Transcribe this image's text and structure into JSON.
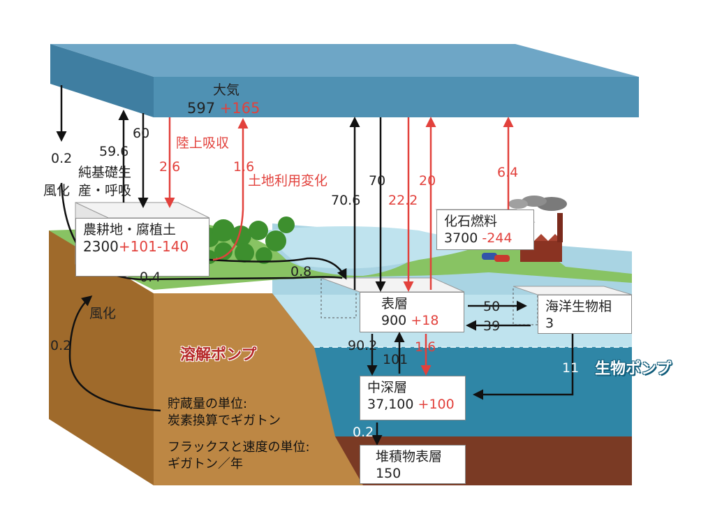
{
  "atmosphere": {
    "name": "大気",
    "value": "597",
    "change": "+165"
  },
  "land_box": {
    "name": "農耕地・腐植土",
    "value": "2300",
    "change_up": "+101",
    "change_down": "-140"
  },
  "surface_box": {
    "name": "表層",
    "value": "900",
    "change": "+18"
  },
  "marine_box": {
    "name": "海洋生物相",
    "value": "3"
  },
  "mid_box": {
    "name": "中深層",
    "value": "37,100",
    "change": "+100"
  },
  "sediment_box": {
    "name": "堆積物表層",
    "value": "150"
  },
  "fossil_box": {
    "name": "化石燃料",
    "value": "3700",
    "change": "-244"
  },
  "flows": {
    "weathering_atm": "0.2",
    "weathering_atm_label": "風化",
    "npp": "59.6",
    "npp_label_1": "純基礎生",
    "npp_label_2": "産・呼吸",
    "respiration": "60",
    "land_uptake_label": "陸上吸収",
    "land_uptake": "2.6",
    "land_use": "1.6",
    "land_use_label": "土地利用変化",
    "ocean_out": "70.6",
    "ocean_in": "70",
    "ocean_anthro_in": "22.2",
    "ocean_anthro_out": "20",
    "fossil_emission": "6.4",
    "runoff_land": "0.4",
    "runoff_river": "0.8",
    "to_marine": "50",
    "from_marine": "39",
    "downwell": "90.2",
    "upwell": "101",
    "anthro_down": "1.6",
    "bio_sink": "11",
    "sediment_flux": "0.2",
    "weathering_rock_label": "風化",
    "weathering_rock": "0.2"
  },
  "labels": {
    "solubility_pump": "溶解ポンプ",
    "biological_pump": "生物ポンプ",
    "unit_storage_1": "貯蔵量の単位:",
    "unit_storage_2": "炭素換算でギガトン",
    "unit_flux_1": "フラックスと速度の単位:",
    "unit_flux_2": "ギガトン／年"
  },
  "colors": {
    "atmosphere": "#4f91b3",
    "soil": "#bd8744",
    "ocean_surface": "#bfe3ee",
    "ocean_deep": "#2f86a6",
    "sediment": "#7a3a24",
    "grass": "#88c363",
    "anthropogenic_arrow": "#e2413c",
    "natural_arrow": "#111111"
  }
}
